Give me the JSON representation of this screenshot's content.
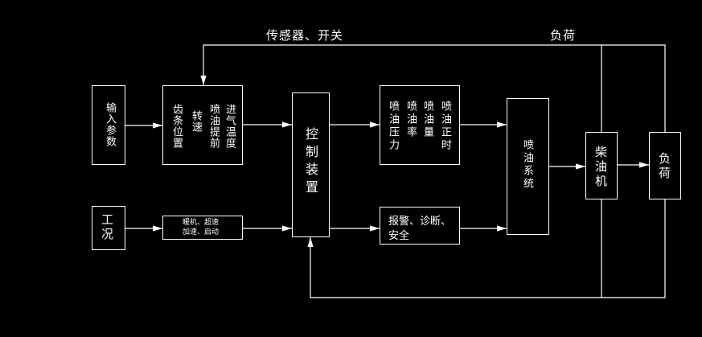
{
  "top_labels": {
    "sensors_switches": "传感器、开关",
    "load": "负荷"
  },
  "boxes": {
    "input_params": "输入参数",
    "conditions": "工况",
    "params_col1": "进气温度",
    "params_col2": "喷油提前",
    "params_col3": "转速",
    "params_col4": "齿条位置",
    "small_line1": "暖机、超速",
    "small_line2": "加速、启动",
    "controller": "控制装置",
    "out_col1": "喷油正时",
    "out_col2": "喷油量",
    "out_col3": "喷油率",
    "out_col4": "喷油压力",
    "alarm_line1": "报警、诊断、",
    "alarm_line2": "安全",
    "injection_system": "喷油系统",
    "diesel_engine": "柴油机",
    "load_box": "负荷"
  },
  "colors": {
    "line": "#ffffff",
    "background": "#000000"
  }
}
